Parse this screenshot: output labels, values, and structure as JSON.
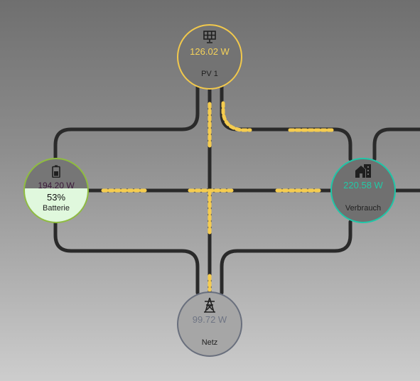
{
  "nodes": {
    "pv": {
      "label": "PV 1",
      "value": "126.02 W",
      "icon": "solar-panel-icon",
      "color": "#f2c94c"
    },
    "battery": {
      "label": "Batterie",
      "value": "194.20 W",
      "percent": "53%",
      "level": 0.53,
      "icon": "battery-icon",
      "color": "#8fbd3f"
    },
    "consumption": {
      "label": "Verbrauch",
      "value": "220.58 W",
      "icon": "home-building-icon",
      "color": "#1fc7a8"
    },
    "grid": {
      "label": "Netz",
      "value": "99.72 W",
      "icon": "power-transmission-tower-icon",
      "color": "#696f7d"
    }
  },
  "colors": {
    "line": "#2a2a2a",
    "flow": "#f5cc4f"
  }
}
